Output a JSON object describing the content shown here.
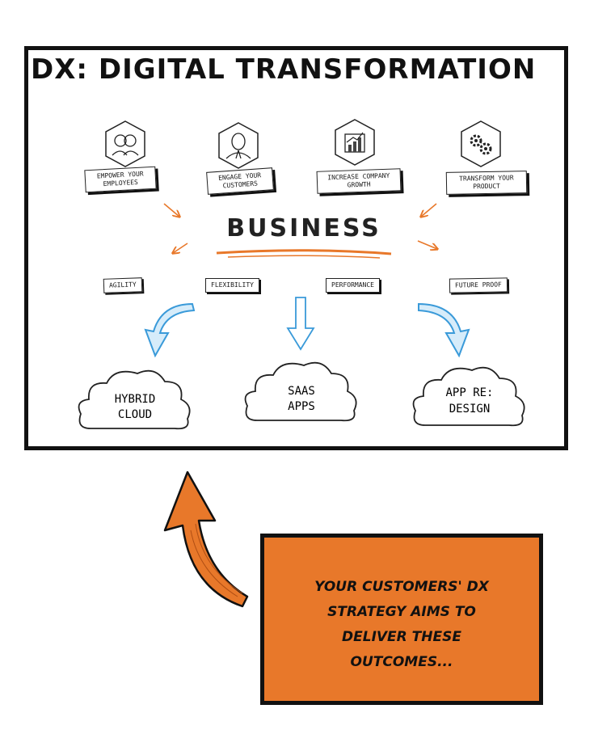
{
  "title": "DX: DIGITAL TRANSFORMATION",
  "center_label": "BUSINESS",
  "pillars": [
    {
      "icon": "employees-icon",
      "label": "EMPOWER YOUR EMPLOYEES"
    },
    {
      "icon": "customer-icon",
      "label": "ENGAGE YOUR CUSTOMERS"
    },
    {
      "icon": "growth-chart-icon",
      "label": "INCREASE COMPANY GROWTH"
    },
    {
      "icon": "gears-icon",
      "label": "TRANSFORM YOUR PRODUCT"
    }
  ],
  "attributes": [
    "AGILITY",
    "FLEXIBILITY",
    "PERFORMANCE",
    "FUTURE PROOF"
  ],
  "outcomes": [
    {
      "line1": "HYBRID",
      "line2": "CLOUD"
    },
    {
      "line1": "SAAS",
      "line2": "APPS"
    },
    {
      "line1": "APP RE:",
      "line2": "DESIGN"
    }
  ],
  "callout": "YOUR CUSTOMERS' DX STRATEGY AIMS TO DELIVER THESE OUTCOMES...",
  "colors": {
    "accent": "#e8782a",
    "arrow_blue": "#3a9ad9",
    "ink": "#111111"
  }
}
